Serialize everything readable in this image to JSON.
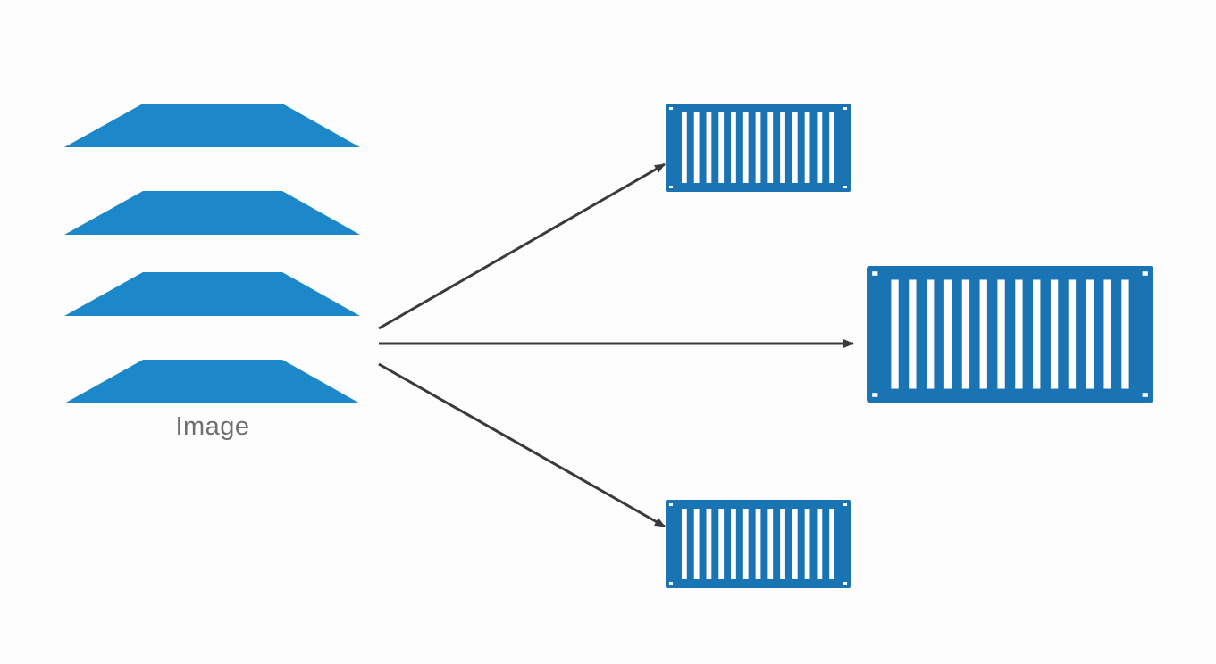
{
  "image_stack": {
    "label": "Image",
    "layer_count": 4
  },
  "containers": [
    {
      "id": "container-top"
    },
    {
      "id": "container-middle"
    },
    {
      "id": "container-bottom"
    }
  ],
  "colors": {
    "layer": "#1c88c9",
    "container": "#1a74b3",
    "arrow": "#3a3a3a",
    "background": "#fdfdfe",
    "label": "#6f6f6f"
  }
}
